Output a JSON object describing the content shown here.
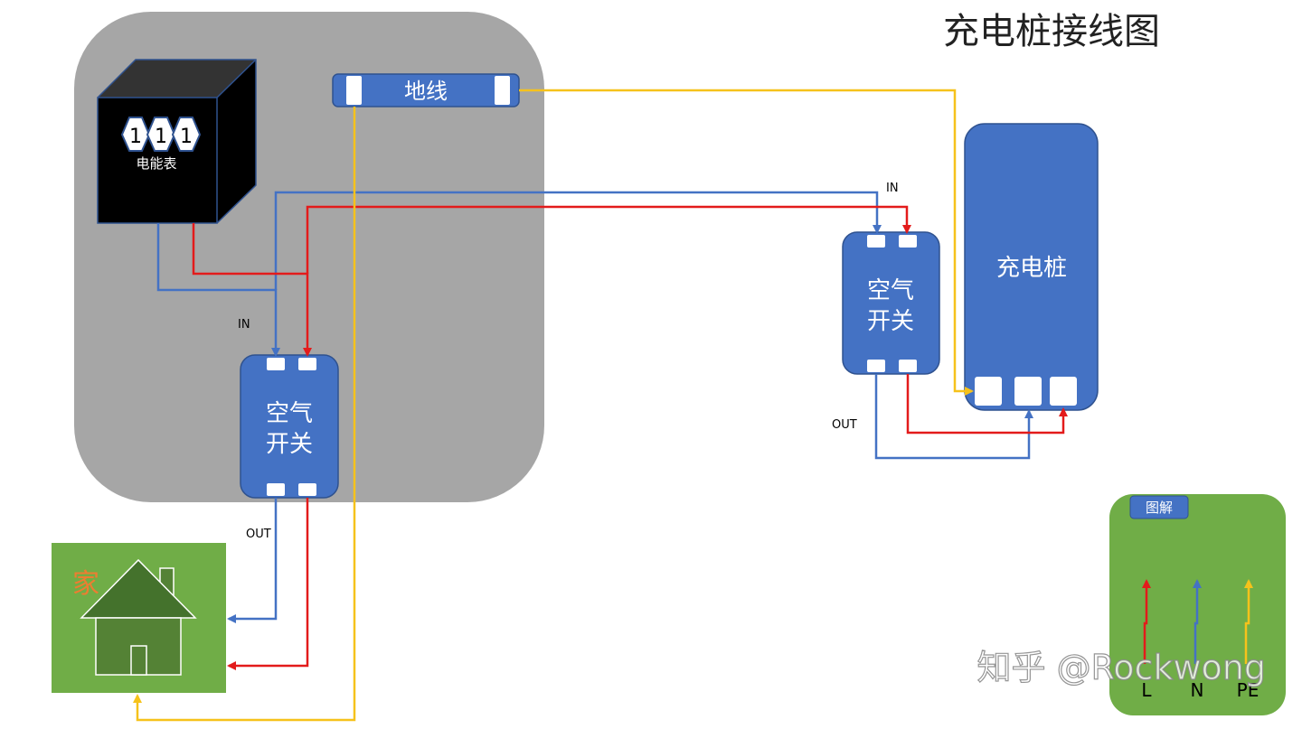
{
  "title": "充电桩接线图",
  "colors": {
    "live": "#e31b1b",
    "neutral": "#4472c4",
    "ground": "#f6c21b",
    "box_blue": "#4472c4",
    "box_border": "#2f528f",
    "panel_gray": "#a6a6a6",
    "house_bg": "#70ad47",
    "house_dark": "#44722c",
    "legend_bg": "#70ad47"
  },
  "meter": {
    "digits": [
      "1",
      "1",
      "1"
    ],
    "label": "电能表"
  },
  "ground_bar": {
    "label": "地线"
  },
  "home_breaker": {
    "line1": "空气",
    "line2": "开关",
    "in_label": "IN",
    "out_label": "OUT"
  },
  "charger_breaker": {
    "line1": "空气",
    "line2": "开关",
    "in_label": "IN",
    "out_label": "OUT"
  },
  "charger": {
    "label": "充电桩"
  },
  "house": {
    "label": "家"
  },
  "legend": {
    "title": "图解",
    "items": [
      {
        "label": "L",
        "color": "#e31b1b"
      },
      {
        "label": "N",
        "color": "#4472c4"
      },
      {
        "label": "PE",
        "color": "#f6c21b"
      }
    ]
  },
  "watermark": "知乎 @Rockwong"
}
